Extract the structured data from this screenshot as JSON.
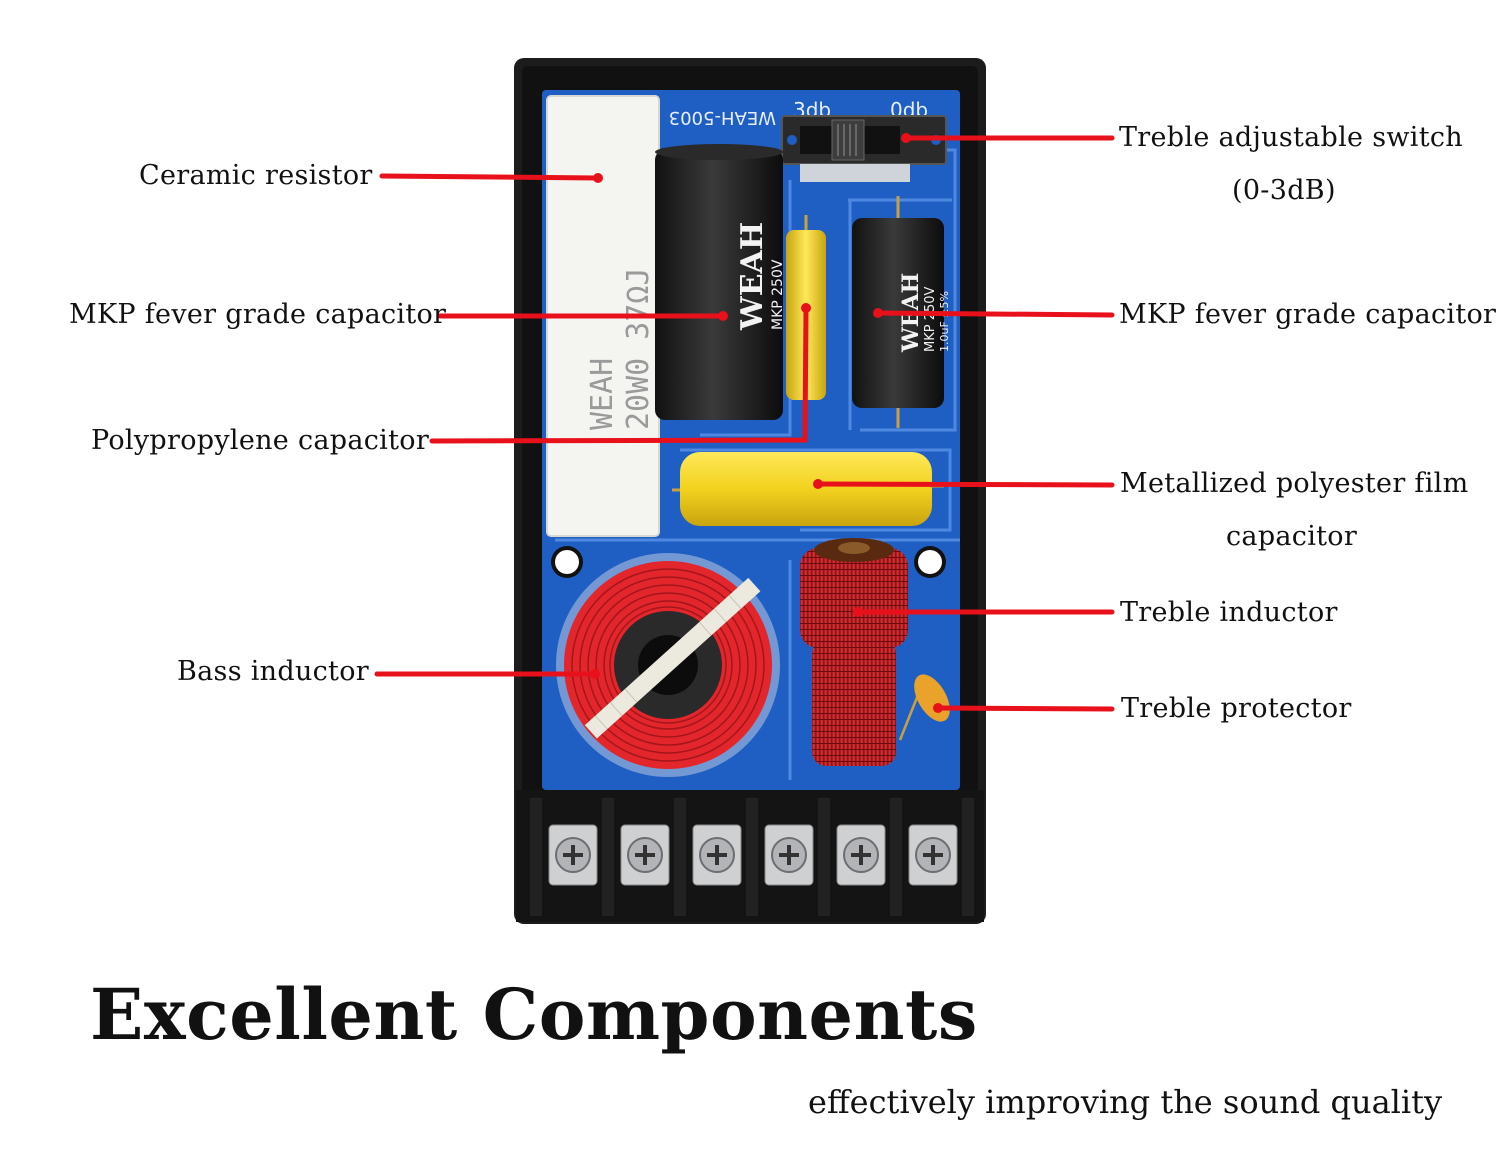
{
  "board_markings": {
    "model": "WEAH-5003",
    "switch_3db": "3db",
    "switch_0db": "0db",
    "resistor_print_1": "WEAH",
    "resistor_print_2": "20W0 37ΩJ",
    "cap_brand": "WEAH",
    "cap_print_a": "MKP 250V",
    "cap_print_b": "MKP 250V",
    "cap_print_c": "1.0uF ±5%"
  },
  "labels": {
    "ceramic_resistor": "Ceramic resistor",
    "mkp_left": "MKP fever grade capacitor",
    "polypropylene": "Polypropylene capacitor",
    "bass_inductor": "Bass inductor",
    "treble_switch_1": "Treble adjustable switch",
    "treble_switch_2": "(0-3dB)",
    "mkp_right": "MKP fever grade capacitor",
    "metallized_1": "Metallized polyester film",
    "metallized_2": "capacitor",
    "treble_inductor": "Treble inductor",
    "treble_protector": "Treble protector"
  },
  "headline": "Excellent Components",
  "tagline": "effectively improving the sound quality",
  "colors": {
    "pointer": "#e8101a",
    "board": "#1f5fc4",
    "casing": "#1a1a1a",
    "copper_wire": "#d8262a",
    "cap_yellow": "#f2d21e"
  }
}
